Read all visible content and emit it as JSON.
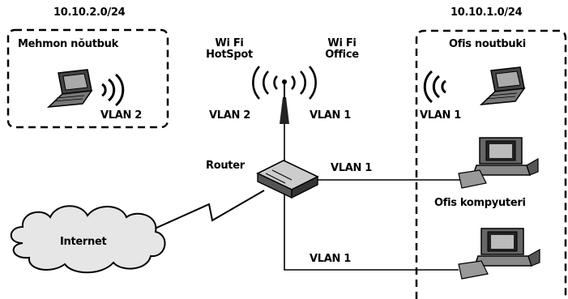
{
  "networks": {
    "guest_subnet": "10.10.2.0/24",
    "office_subnet": "10.10.1.0/24"
  },
  "zones": {
    "guest_title": "Mehmon nŏutbuk",
    "office_title": "Ofis noutbuki",
    "office_computer_label": "Ofis kompyuteri"
  },
  "wifi": {
    "hotspot_line1": "Wi Fi",
    "hotspot_line2": "HotSpot",
    "office_line1": "Wi Fi",
    "office_line2": "Office"
  },
  "vlans": {
    "guest_laptop": "VLAN 2",
    "ap_left": "VLAN 2",
    "ap_right": "VLAN 1",
    "office_laptop": "VLAN 1",
    "router_to_pc1": "VLAN 1",
    "router_to_pc2": "VLAN 1"
  },
  "devices": {
    "router_label": "Router",
    "internet_label": "Internet"
  },
  "icons": {
    "guest_laptop": "laptop-icon",
    "office_laptop": "laptop-icon",
    "access_point": "wifi-antenna-icon",
    "router": "router-icon",
    "computer": "desktop-computer-icon",
    "cloud": "cloud-icon",
    "wan_link": "lightning-link-icon"
  }
}
